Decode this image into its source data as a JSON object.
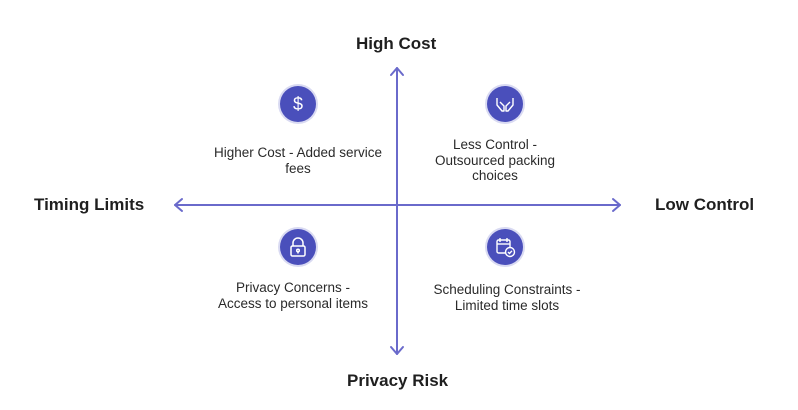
{
  "axes": {
    "top": "High Cost",
    "bottom": "Privacy Risk",
    "left": "Timing Limits",
    "right": "Low Control"
  },
  "quadrants": [
    {
      "icon": "dollar-icon",
      "text": "Higher Cost - Added service fees"
    },
    {
      "icon": "hands-icon",
      "text": "Less Control - Outsourced packing choices"
    },
    {
      "icon": "lock-icon",
      "text": "Privacy Concerns - Access to personal items"
    },
    {
      "icon": "calendar-check-icon",
      "text": "Scheduling Constraints - Limited time slots"
    }
  ],
  "colors": {
    "accent": "#4a4fbb",
    "axis": "#6a6acb"
  }
}
